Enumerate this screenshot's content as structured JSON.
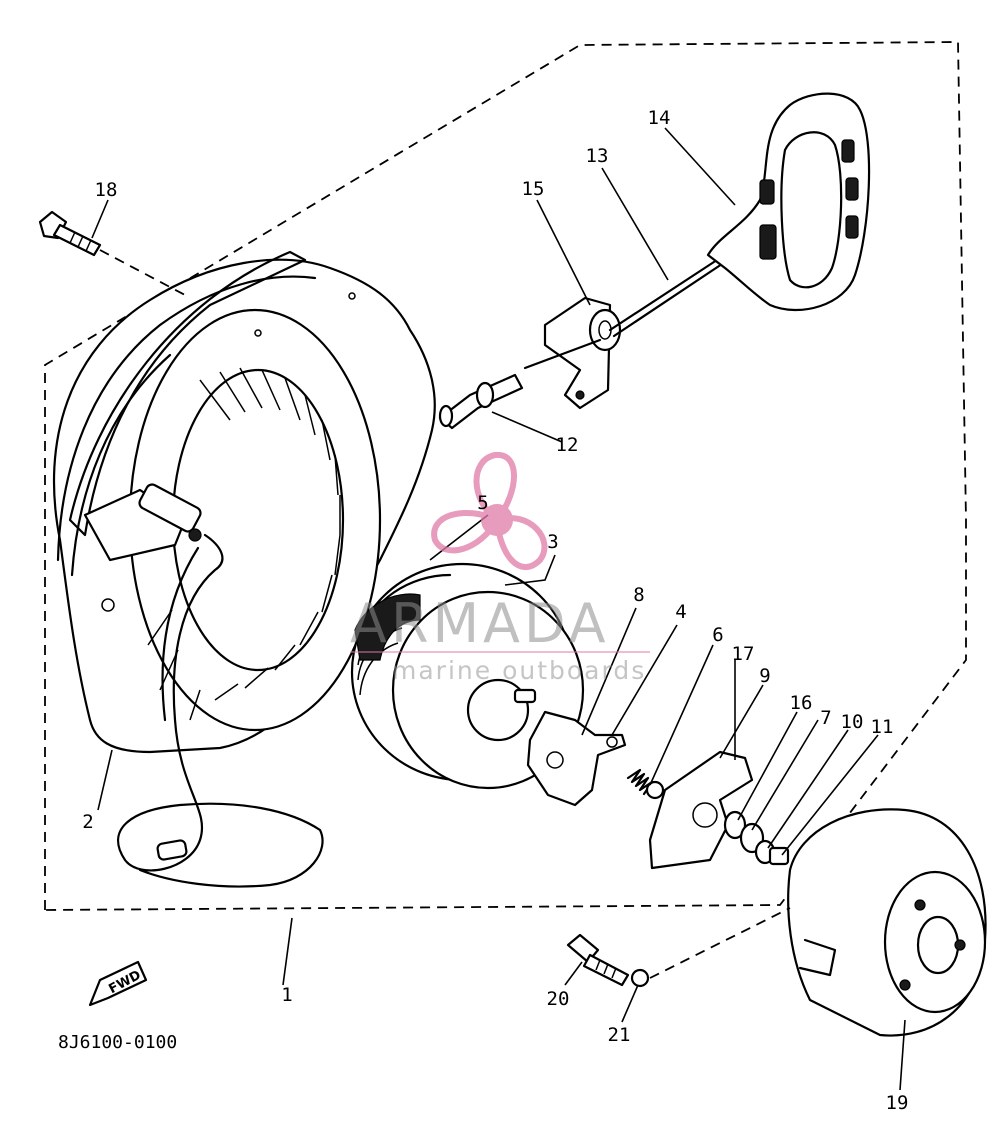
{
  "figure_code": "8J6100-0100",
  "fwd_mark": "FWD",
  "watermark": {
    "brand": "ARMADA",
    "subtitle": "marine outboards",
    "accent_color": "#e07aa8"
  },
  "callouts": [
    {
      "id": "c1",
      "label": "1"
    },
    {
      "id": "c2",
      "label": "2"
    },
    {
      "id": "c3",
      "label": "3"
    },
    {
      "id": "c4",
      "label": "4"
    },
    {
      "id": "c5",
      "label": "5"
    },
    {
      "id": "c6",
      "label": "6"
    },
    {
      "id": "c7",
      "label": "7"
    },
    {
      "id": "c8",
      "label": "8"
    },
    {
      "id": "c9",
      "label": "9"
    },
    {
      "id": "c10",
      "label": "10"
    },
    {
      "id": "c11",
      "label": "11"
    },
    {
      "id": "c12",
      "label": "12"
    },
    {
      "id": "c13",
      "label": "13"
    },
    {
      "id": "c14",
      "label": "14"
    },
    {
      "id": "c15",
      "label": "15"
    },
    {
      "id": "c16",
      "label": "16"
    },
    {
      "id": "c17",
      "label": "17"
    },
    {
      "id": "c18",
      "label": "18"
    },
    {
      "id": "c19",
      "label": "19"
    },
    {
      "id": "c20",
      "label": "20"
    },
    {
      "id": "c21",
      "label": "21"
    }
  ]
}
